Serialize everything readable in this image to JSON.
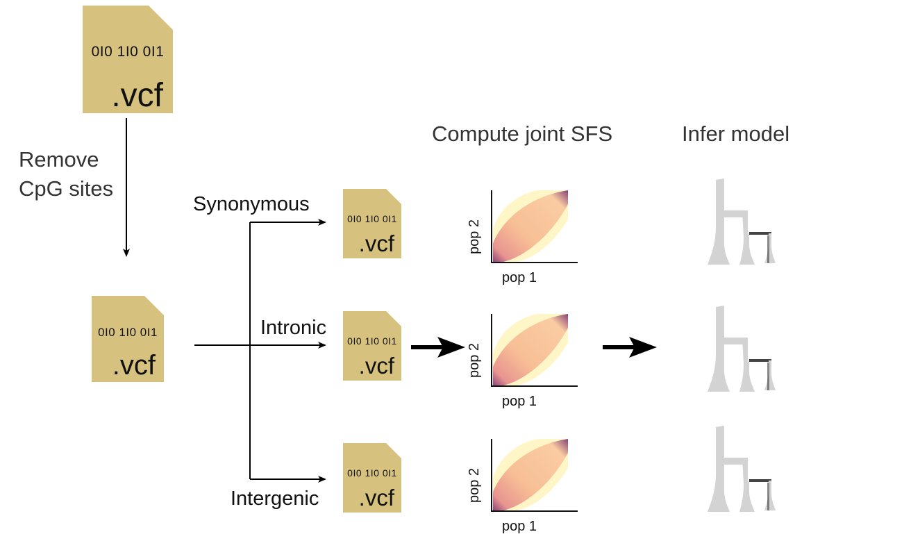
{
  "files": {
    "input": {
      "bits": "0I0 1I0 0I1",
      "ext": ".vcf"
    },
    "filtered": {
      "bits": "0I0 1I0 0I1",
      "ext": ".vcf"
    },
    "synonymous": {
      "bits": "0I0 1I0 0I1",
      "ext": ".vcf"
    },
    "intronic": {
      "bits": "0I0 1I0 0I1",
      "ext": ".vcf"
    },
    "intergenic": {
      "bits": "0I0 1I0 0I1",
      "ext": ".vcf"
    }
  },
  "steps": {
    "remove_cpg_line1": "Remove",
    "remove_cpg_line2": "CpG sites",
    "compute_sfs": "Compute joint SFS",
    "infer_model": "Infer model"
  },
  "categories": [
    "Synonymous",
    "Intronic",
    "Intergenic"
  ],
  "sfs_axes": {
    "x": "pop 1",
    "y": "pop 2"
  },
  "colors": {
    "file_fill": "#d6c27e",
    "arrow": "#000000",
    "tree_fill": "#d3d3d3",
    "sfs_low": "#fff6c8",
    "sfs_mid": "#f7b990",
    "sfs_high": "#7a2c6e"
  }
}
